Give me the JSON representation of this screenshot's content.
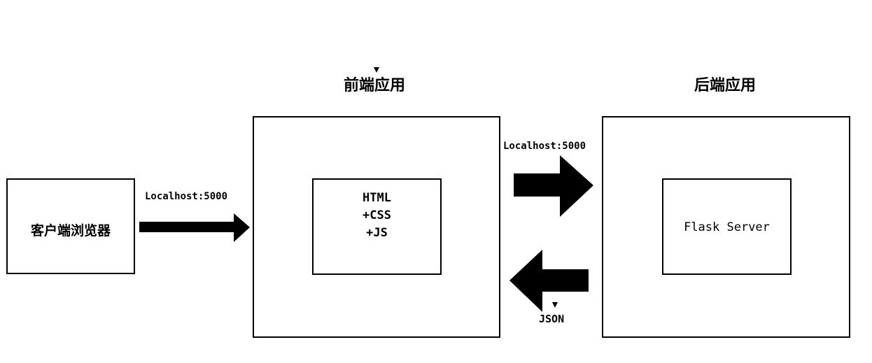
{
  "diagram": {
    "frontend_title": "前端应用",
    "backend_title": "后端应用",
    "client_label": "客户端浏览器",
    "frontend_inner_lines": [
      "HTML",
      "+CSS",
      "+JS"
    ],
    "backend_inner_label": "Flask Server",
    "arrow_client_to_frontend_label": "Localhost:5000",
    "arrow_frontend_to_backend_label": "Localhost:5000",
    "arrow_backend_to_frontend_label": "JSON"
  },
  "colors": {
    "stroke": "#000000",
    "fill": "#000000",
    "background": "#ffffff"
  }
}
